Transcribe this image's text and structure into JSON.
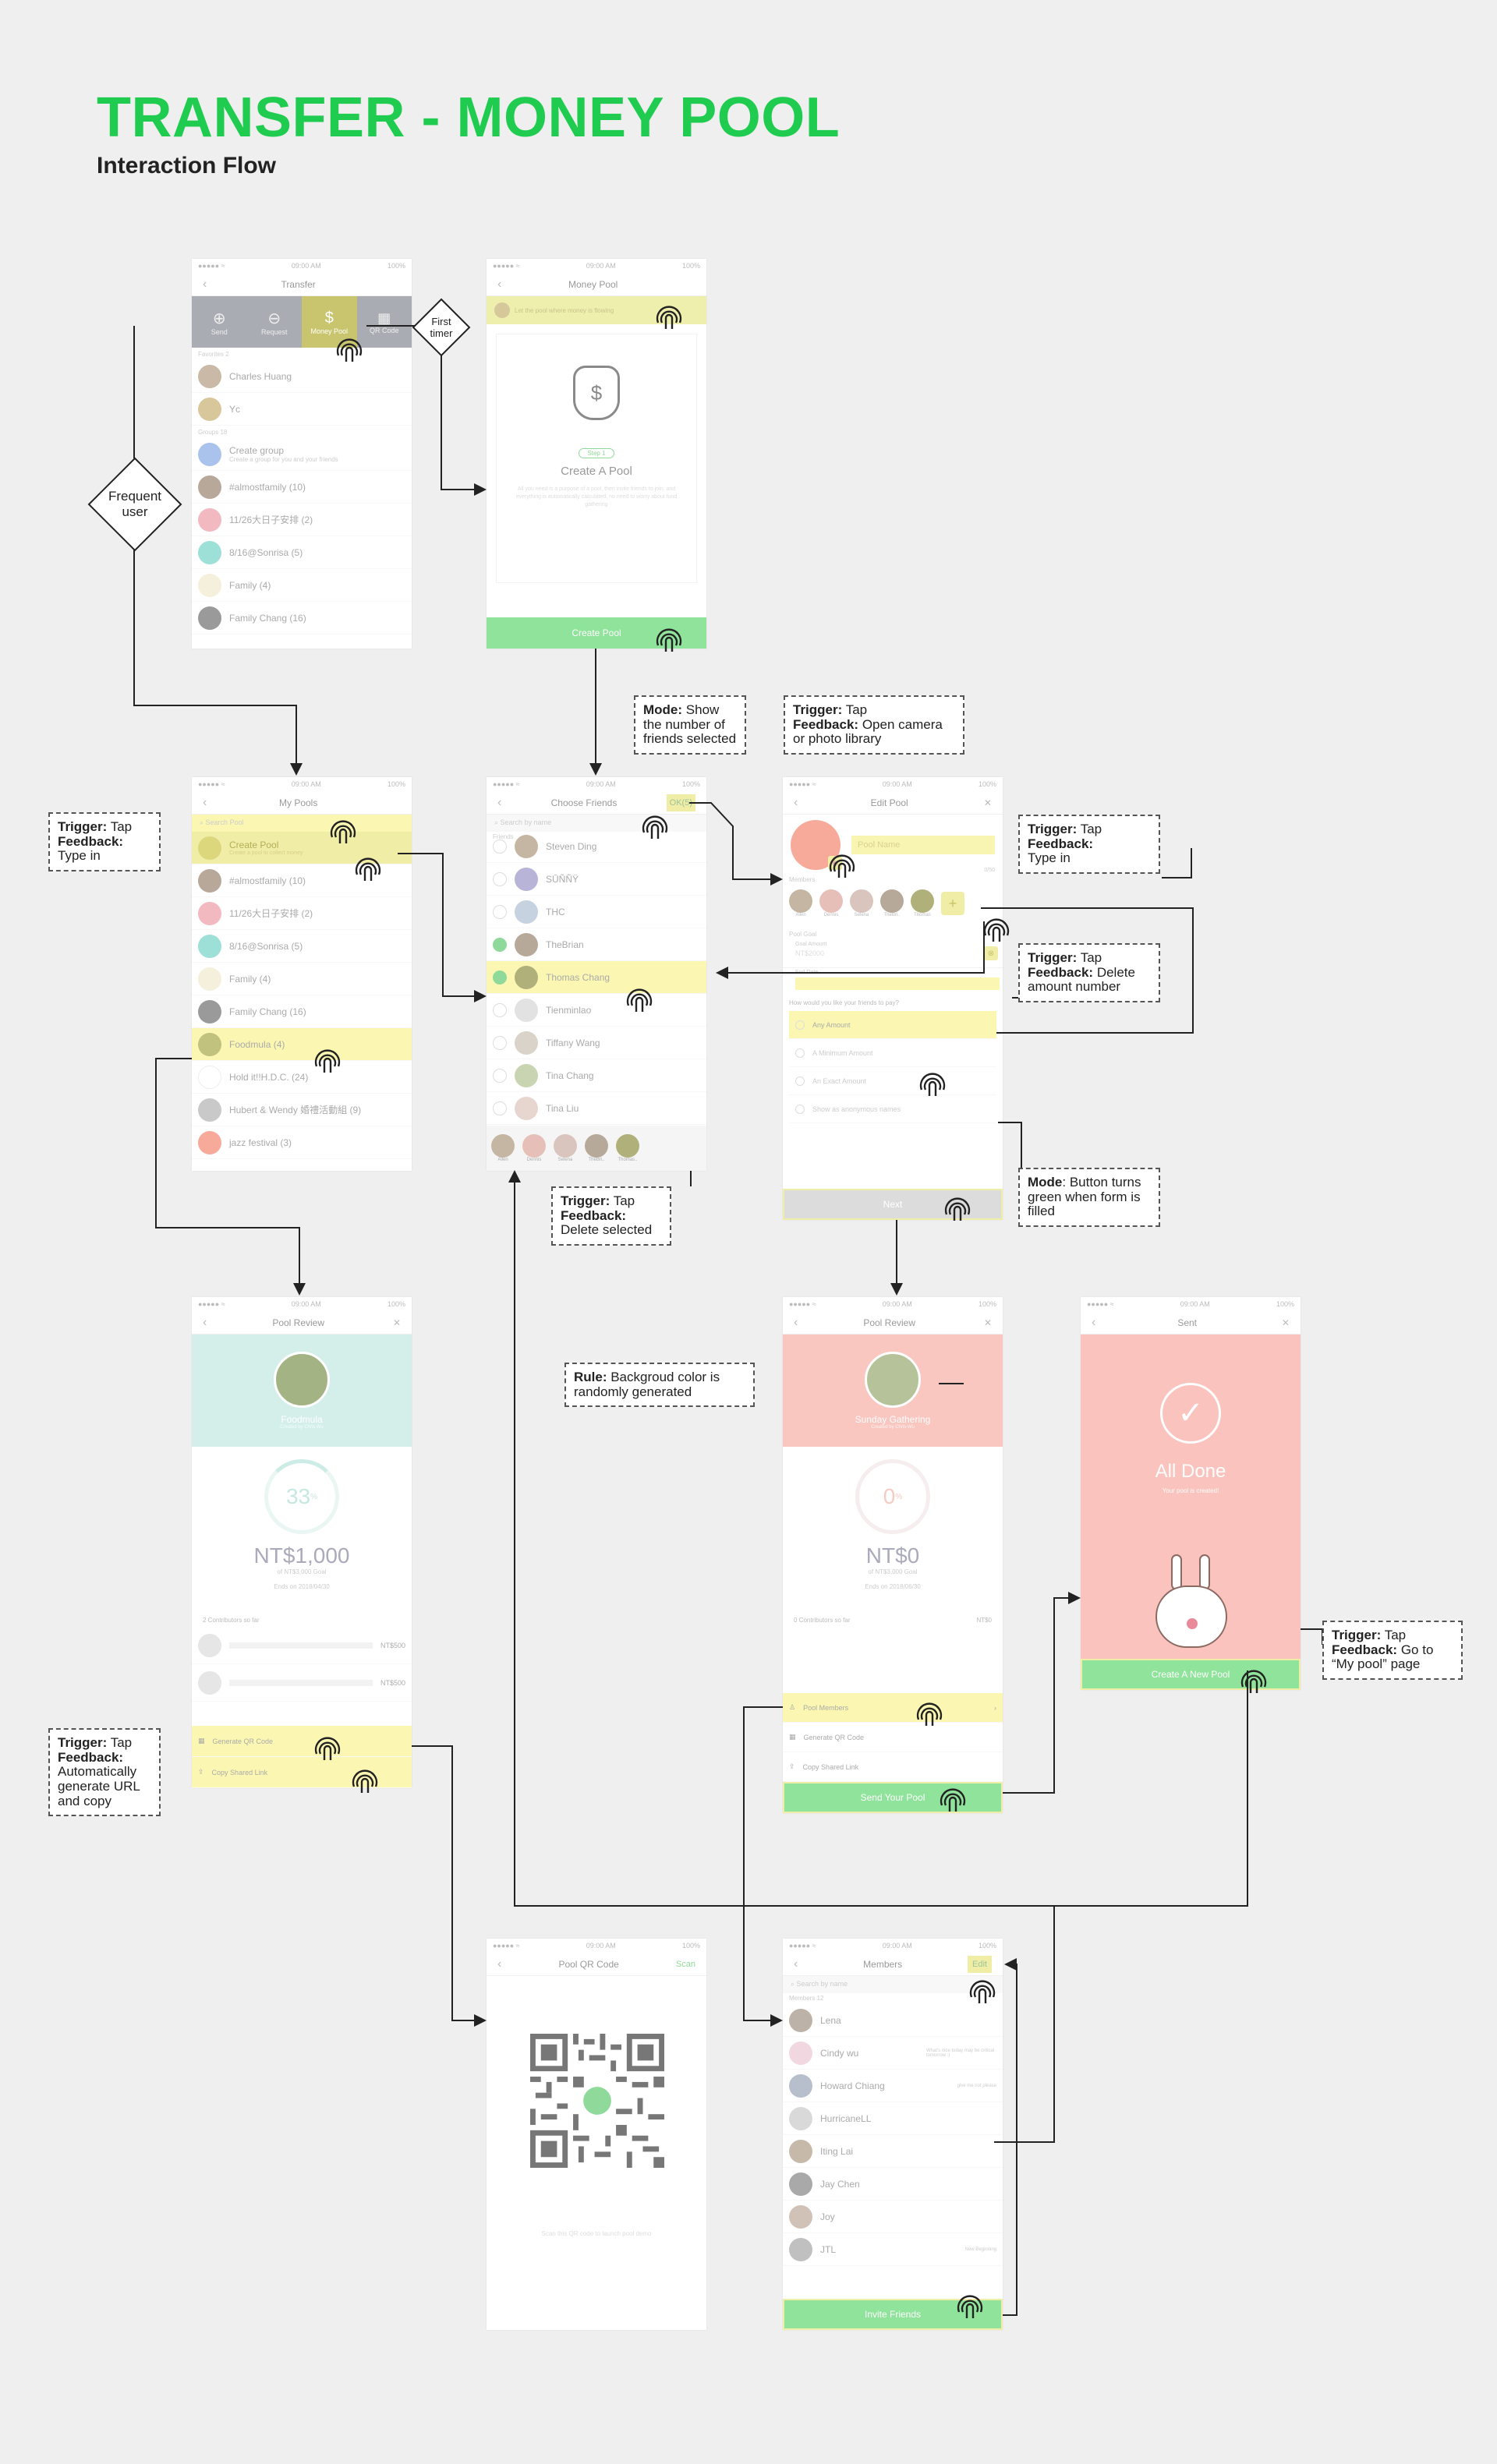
{
  "header": {
    "title": "TRANSFER - MONEY POOL",
    "subtitle": "Interaction Flow"
  },
  "status_time": "09:00 AM",
  "status_battery": "100%",
  "diamonds": {
    "first_timer": "First\ntimer",
    "frequent_user": "Frequent\nuser"
  },
  "transfer": {
    "title": "Transfer",
    "tabs": [
      "Send",
      "Request",
      "Money Pool",
      "QR Code"
    ],
    "fav_label": "Favorites 2",
    "favorites": [
      "Charles Huang",
      "Yc"
    ],
    "groups_label": "Groups 18",
    "create_group": "Create group",
    "create_group_sub": "Create a group for you and your friends",
    "groups": [
      "#almostfamily  (10)",
      "11/26大日子安排  (2)",
      "8/16@Sonrisa  (5)",
      "Family  (4)",
      "Family Chang  (16)"
    ]
  },
  "money_pool": {
    "title": "Money Pool",
    "banner": "Let the pool where money is flowing",
    "step": "Step 1",
    "heading": "Create A Pool",
    "desc": "All you need is a purpose of a pool, then invite friends to join, and everything is automatically calculated, no need to worry about fund gathering",
    "cta": "Create Pool"
  },
  "my_pools": {
    "title": "My Pools",
    "search": "Search Pool",
    "create": "Create Pool",
    "create_sub": "Create a pool to collect money",
    "items": [
      "#almostfamily  (10)",
      "11/26大日子安排  (2)",
      "8/16@Sonrisa  (5)",
      "Family  (4)",
      "Family Chang  (16)",
      "Foodmula  (4)",
      "Hold it!!H.D.C.  (24)",
      "Hubert & Wendy 婚禮活動組  (9)",
      "jazz festival  (3)"
    ]
  },
  "choose_friends": {
    "title": "Choose Friends",
    "ok": "OK(5)",
    "search": "Search by name",
    "friends_label": "Friends",
    "friends": [
      "Steven Ding",
      "SŪÑÑŸ",
      "THC",
      "TheBrian",
      "Thomas Chang",
      "Tienminlao",
      "Tiffany Wang",
      "Tina Chang",
      "Tina Liu"
    ],
    "selected": [
      "Allen",
      "Dennis",
      "Selena",
      "TheBri..",
      "Thomas.."
    ]
  },
  "edit_pool": {
    "title": "Edit Pool",
    "name_placeholder": "Pool Name",
    "counter": "0/50",
    "members_label": "Members",
    "members": [
      "Allen",
      "Dennis",
      "Selena",
      "TheBri..",
      "Thomas"
    ],
    "goal_label": "Pool Goal",
    "goal_amount_label": "Goal Amount",
    "goal_placeholder": "NT$2000",
    "end_date_label": "End Date",
    "question": "How would you like your friends to pay?",
    "options": [
      "Any Amount",
      "A Minimum Amount",
      "An Exact Amount",
      "Show as anonymous names"
    ],
    "next": "Next"
  },
  "pool_review_1": {
    "title": "Pool Review",
    "name": "Foodmula",
    "created": "Created by Chris Wu",
    "percent": "33",
    "percent_unit": "%",
    "amount": "NT$1,000",
    "goal": "of NT$3,000 Goal",
    "ends": "Ends on 2018/04/30",
    "contrib_label": "2 Contributors so far",
    "contributions": [
      "NT$500",
      "NT$500"
    ],
    "actions": [
      "Generate QR Code",
      "Copy Shared Link"
    ]
  },
  "pool_review_2": {
    "title": "Pool Review",
    "name": "Sunday Gathering",
    "created": "Created by Chris Wu",
    "percent": "0",
    "percent_unit": "%",
    "amount": "NT$0",
    "goal": "of NT$3,000 Goal",
    "ends": "Ends on 2018/06/30",
    "contrib_label": "0 Contributors so far",
    "contrib_value": "NT$0",
    "actions": [
      "Pool Members",
      "Generate QR Code",
      "Copy Shared Link"
    ],
    "cta": "Send Your Pool"
  },
  "sent": {
    "title": "Sent",
    "done": "All Done",
    "sub": "Your pool is created!",
    "cta": "Create A New Pool"
  },
  "qr_page": {
    "title": "Pool QR Code",
    "scan": "Scan",
    "caption": "Scan this QR code to launch pool demo"
  },
  "members_page": {
    "title": "Members",
    "edit": "Edit",
    "search": "Search by name",
    "label": "Members 12",
    "members": [
      {
        "name": "Lena",
        "note": ""
      },
      {
        "name": "Cindy wu",
        "note": "What's nice today may be critical tomorrow :)"
      },
      {
        "name": "Howard Chiang",
        "note": "give me not please"
      },
      {
        "name": "HurricaneLL",
        "note": ""
      },
      {
        "name": "Iting Lai",
        "note": ""
      },
      {
        "name": "Jay Chen",
        "note": ""
      },
      {
        "name": "Joy",
        "note": ""
      },
      {
        "name": "JTL",
        "note": "New Beginning"
      }
    ],
    "cta": "Invite Friends"
  },
  "notes": {
    "choose_mode": {
      "k": "Mode:",
      "v": " Show the number of friends selected"
    },
    "open_camera": {
      "k1": "Trigger:",
      "v1": " Tap",
      "k2": "Feedback:",
      "v2": " Open camera or photo library"
    },
    "my_pools_tap": {
      "k1": "Trigger:",
      "v1": " Tap",
      "k2": "Feedback:",
      "v2": "Type in"
    },
    "edit_type": {
      "k1": "Trigger:",
      "v1": " Tap",
      "k2": "Feedback:",
      "v2": "Type in"
    },
    "delete_amount": {
      "k1": "Trigger:",
      "v1": " Tap",
      "k2": "Feedback:",
      "v2": " Delete amount number"
    },
    "delete_selected": {
      "k1": "Trigger:",
      "v1": " Tap",
      "k2": "Feedback:",
      "v2": "Delete selected"
    },
    "button_mode": {
      "k": "Mode",
      "v": ": Button turns green when form is filled"
    },
    "rule": {
      "k": "Rule:",
      "v": " Backgroud color is randomly generated"
    },
    "generate": {
      "k1": "Trigger:",
      "v1": " Tap",
      "k2": "Feedback:",
      "v2": "Automatically generate URL and copy"
    },
    "go_to_pool": {
      "k1": "Trigger:",
      "v1": " Tap",
      "k2": "Feedback:",
      "v2": " Go to “My pool” page"
    }
  },
  "colors": {
    "title_green": "#1fcc4f",
    "highlight": "#fbf7b2",
    "cta_green": "#8fe39a",
    "review_teal": "#d4efea",
    "review_pink": "#f9c6c0",
    "sent_pink": "#fbc3bd"
  }
}
